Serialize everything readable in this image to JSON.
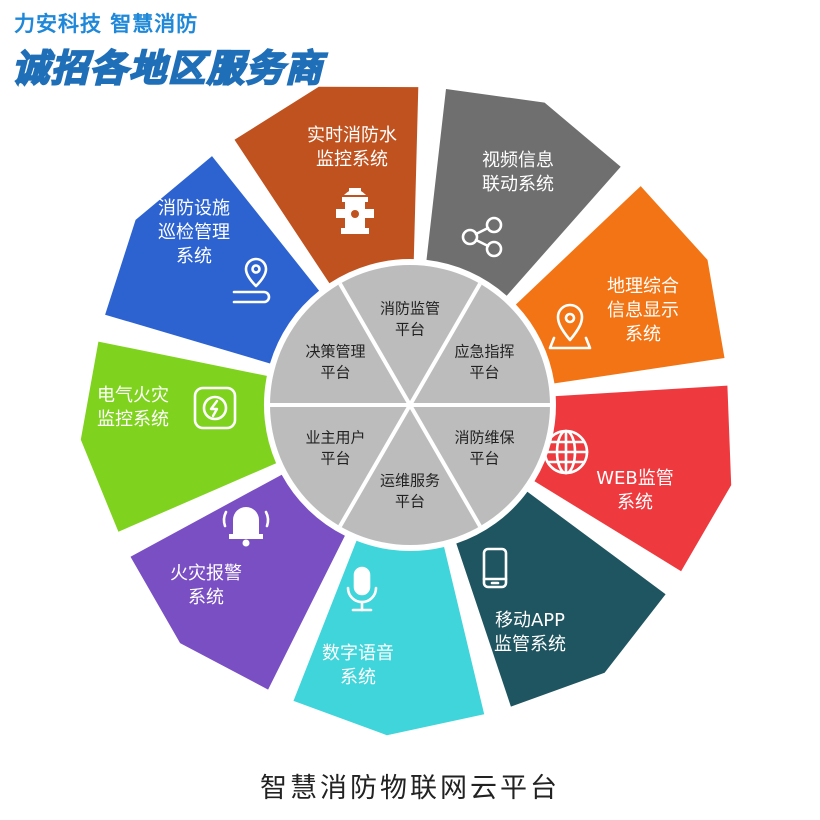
{
  "header": {
    "brand": "力安科技  智慧消防",
    "recruit": "诚招各地区服务商"
  },
  "footer": {
    "title": "智慧消防物联网云平台"
  },
  "colors": {
    "inner_circle": "#bcbcbc",
    "inner_divider": "#ffffff",
    "inner_text": "#222222",
    "outer_text": "#ffffff"
  },
  "segments": [
    {
      "id": "hydrant",
      "lines": [
        "实时消防水",
        "监控系统"
      ],
      "color": "#c0521f",
      "icon": "fire-hydrant-icon"
    },
    {
      "id": "video",
      "lines": [
        "视频信息",
        "联动系统"
      ],
      "color": "#6f6f6f",
      "icon": "share-nodes-icon"
    },
    {
      "id": "geo",
      "lines": [
        "地理综合",
        "信息显示",
        "系统"
      ],
      "color": "#f37414",
      "icon": "map-pin-icon"
    },
    {
      "id": "web",
      "lines": [
        "WEB监管",
        "系统"
      ],
      "color": "#ee3a3e",
      "icon": "globe-icon"
    },
    {
      "id": "app",
      "lines": [
        "移动APP",
        "监管系统"
      ],
      "color": "#1f5560",
      "icon": "mobile-phone-icon"
    },
    {
      "id": "voice",
      "lines": [
        "数字语音",
        "系统"
      ],
      "color": "#3fd5da",
      "icon": "microphone-icon"
    },
    {
      "id": "alarm",
      "lines": [
        "火灾报警",
        "系统"
      ],
      "color": "#7a4fc4",
      "icon": "alarm-bell-icon"
    },
    {
      "id": "electric",
      "lines": [
        "电气火灾",
        "监控系统"
      ],
      "color": "#7fd31e",
      "icon": "electric-icon"
    },
    {
      "id": "patrol",
      "lines": [
        "消防设施",
        "巡检管理",
        "系统"
      ],
      "color": "#2d63d0",
      "icon": "location-route-icon"
    }
  ],
  "inner": [
    {
      "id": "monitor",
      "lines": [
        "消防监管",
        "平台"
      ]
    },
    {
      "id": "emergency",
      "lines": [
        "应急指挥",
        "平台"
      ]
    },
    {
      "id": "maintenance",
      "lines": [
        "消防维保",
        "平台"
      ]
    },
    {
      "id": "ops",
      "lines": [
        "运维服务",
        "平台"
      ]
    },
    {
      "id": "owner",
      "lines": [
        "业主用户",
        "平台"
      ]
    },
    {
      "id": "decision",
      "lines": [
        "决策管理",
        "平台"
      ]
    }
  ]
}
